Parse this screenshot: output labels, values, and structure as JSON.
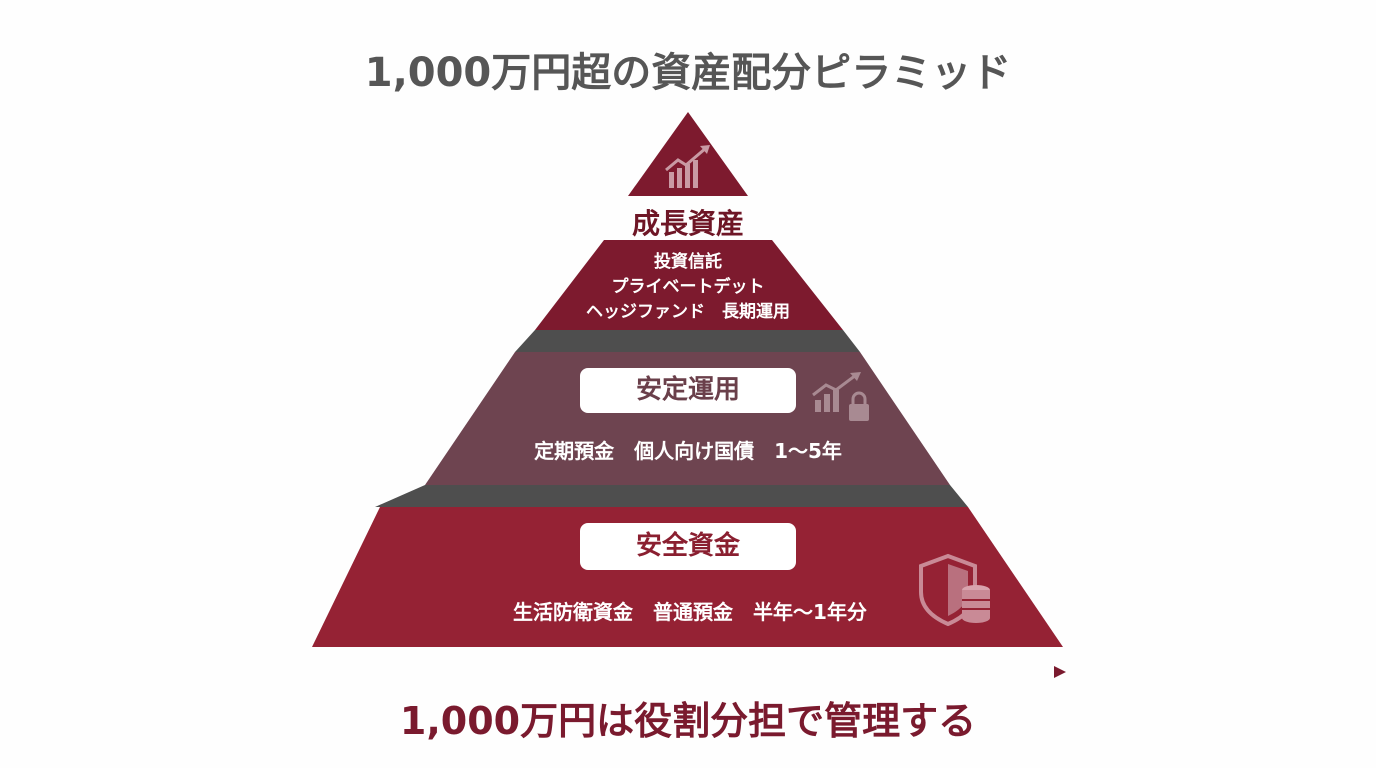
{
  "title": "1,000万円超の資産配分ピラミッド",
  "levels": {
    "growth": {
      "label": "成長資産",
      "items": [
        "投資信託",
        "プライベートデット",
        "ヘッジファンド　長期運用"
      ],
      "icon": "growth-chart-icon"
    },
    "stable": {
      "label": "安定運用",
      "items": "定期預金　個人向け国債　1〜5年",
      "icon": "chart-lock-icon"
    },
    "safe": {
      "label": "安全資金",
      "items": "生活防衛資金　普通預金　半年〜1年分",
      "icon": "shield-coins-icon"
    }
  },
  "footer": "1,000万円は役割分担で管理する",
  "colors": {
    "growth": "#7d1a2e",
    "stable": "#6e4450",
    "safe": "#952234",
    "shadow": "#4e4e4e",
    "title": "#565656",
    "footer": "#7a1a2e"
  }
}
